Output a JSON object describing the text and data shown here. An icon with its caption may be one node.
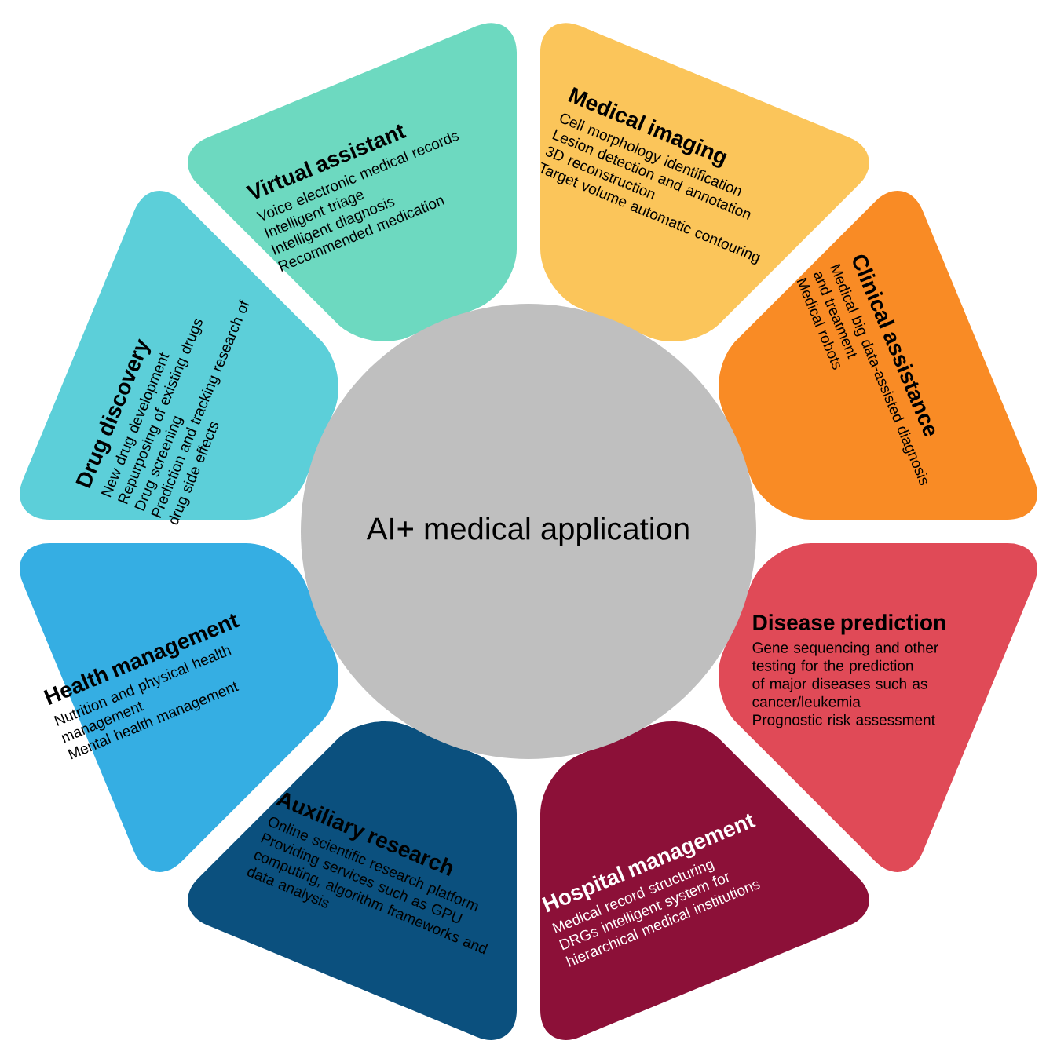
{
  "diagram": {
    "nodes": [
      {
        "text": [
          "AI+ medical application"
        ]
      },
      {
        "text": [
          "Virtual assistant",
          "Voice electronic medical records",
          "Intelligent triage",
          "Intelligent diagnosis",
          "Recommended medication"
        ]
      },
      {
        "text": [
          "Medical imaging",
          "Cell morphology identification",
          "Lesion detection and annotation",
          "3D reconstruction",
          "Target volume automatic contouring"
        ]
      },
      {
        "text": [
          "Clinical assistance",
          "Medical big data-assisted diagnosis and treatment",
          "Medical robots"
        ]
      },
      {
        "text": [
          "Disease prediction",
          "Gene sequencing and other testing for the prediction of major diseases such as cancer/leukemia",
          "Prognostic risk assessment"
        ]
      },
      {
        "text": [
          "Hospital management",
          "Medical record structuring",
          "DRGs intelligent system for hierarchical medical institutions"
        ]
      },
      {
        "text": [
          "Auxiliary research",
          "Online scientific research platform",
          "Providing services such as GPU computing, algorithm frameworks and data analysis"
        ]
      },
      {
        "text": [
          "Health management",
          "Nutrition and physical health management",
          "Mental health management"
        ]
      },
      {
        "text": [
          "Drug discovery",
          "New drug development",
          "Repurposing of existing drugs",
          "Drug screening",
          "Prediction and tracking research of drug side effects"
        ]
      }
    ]
  }
}
